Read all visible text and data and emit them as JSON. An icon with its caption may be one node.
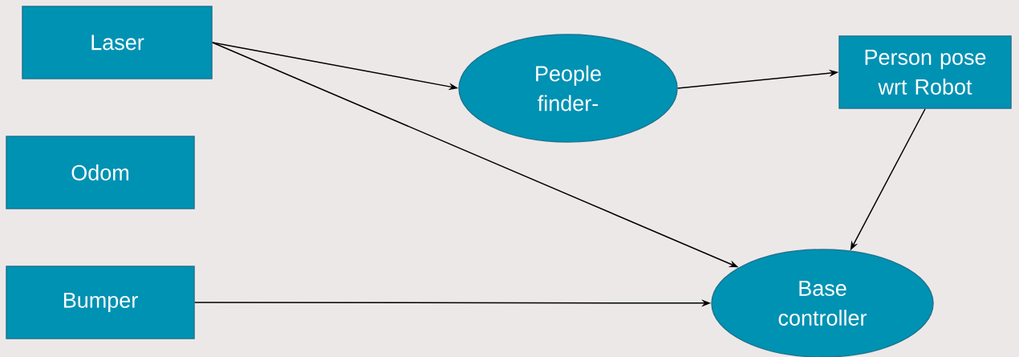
{
  "diagram": {
    "nodes": [
      {
        "text": [
          "Laser"
        ]
      },
      {
        "text": [
          "People finder-"
        ]
      },
      {
        "text": [
          "Person pose wrt Robot"
        ]
      },
      {
        "text": [
          "Odom"
        ]
      },
      {
        "text": [
          "Bumper"
        ]
      },
      {
        "text": [
          "Base controller"
        ]
      }
    ],
    "edges": [
      {
        "from": 0,
        "to": 1,
        "arrow": "to"
      },
      {
        "from": 1,
        "to": 2,
        "arrow": "to"
      },
      {
        "from": 2,
        "to": 5,
        "arrow": "to"
      },
      {
        "from": 0,
        "to": 5,
        "arrow": "to"
      },
      {
        "from": 4,
        "to": 5,
        "arrow": "to"
      }
    ]
  }
}
